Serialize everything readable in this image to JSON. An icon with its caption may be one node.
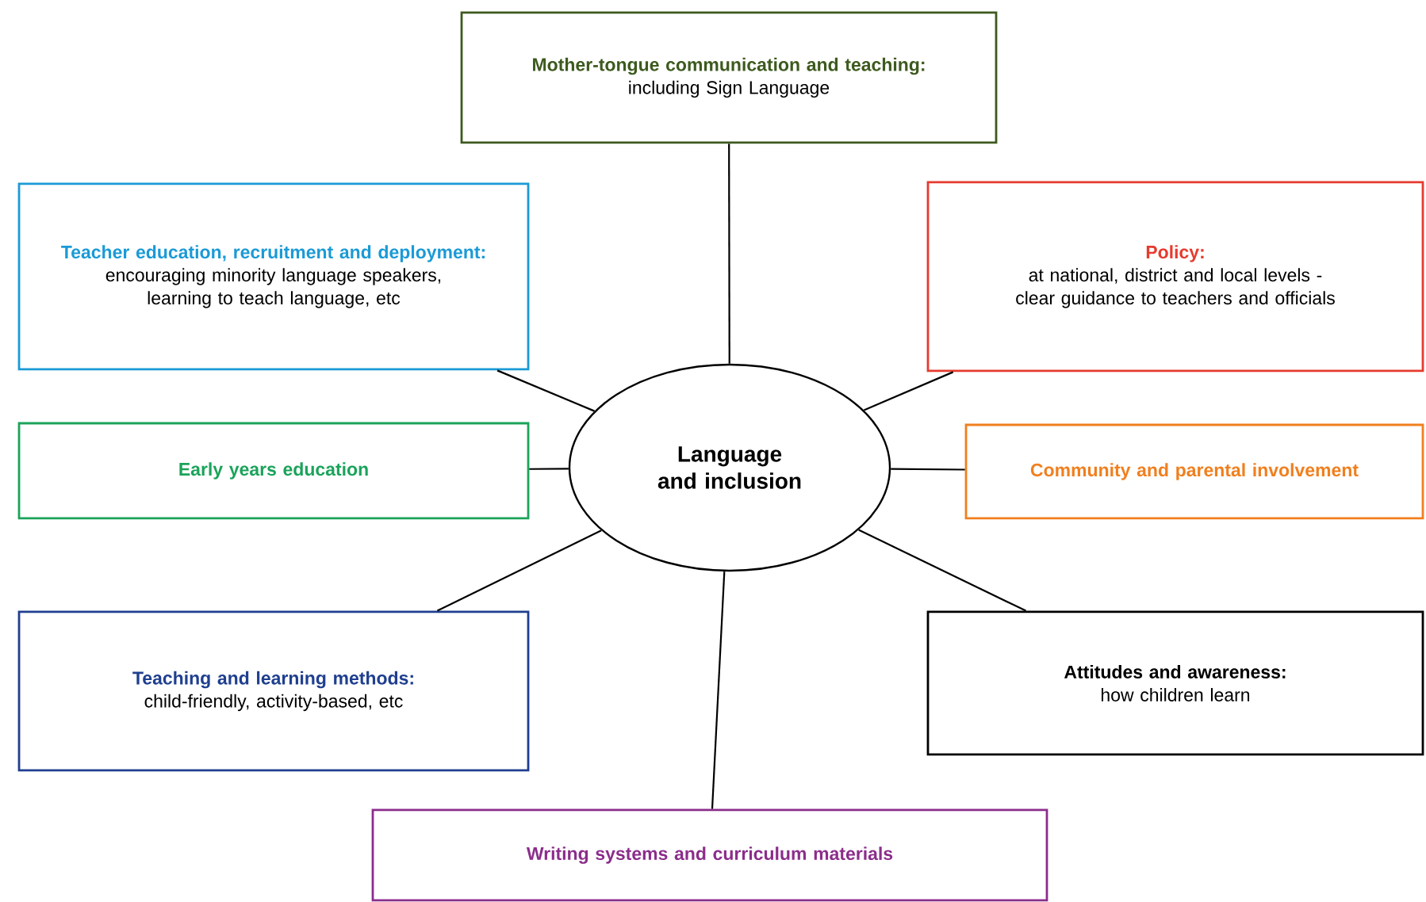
{
  "diagram": {
    "nodes": [
      {
        "text": [
          "Mother-tongue communication and teaching:",
          "including Sign Language"
        ]
      },
      {
        "text": [
          "Teacher education, recruitment and deployment:",
          "encouraging minority language speakers, learning to teach language, etc"
        ]
      },
      {
        "text": [
          "Policy:",
          "at national, district and local levels - clear guidance to teachers and officials"
        ]
      },
      {
        "text": [
          "Early years education"
        ]
      },
      {
        "text": [
          "Language and inclusion"
        ]
      },
      {
        "text": [
          "Community and parental involvement"
        ]
      },
      {
        "text": [
          "Teaching and learning methods:",
          "child-friendly, activity-based, etc"
        ]
      },
      {
        "text": [
          "Attitudes and awareness:",
          "how children learn"
        ]
      },
      {
        "text": [
          "Writing systems and curriculum materials"
        ]
      }
    ],
    "edges": [
      {
        "from": 4,
        "to": 0,
        "arrow": "none"
      },
      {
        "from": 4,
        "to": 1,
        "arrow": "none"
      },
      {
        "from": 4,
        "to": 2,
        "arrow": "none"
      },
      {
        "from": 4,
        "to": 3,
        "arrow": "none"
      },
      {
        "from": 4,
        "to": 5,
        "arrow": "none"
      },
      {
        "from": 4,
        "to": 6,
        "arrow": "none"
      },
      {
        "from": 4,
        "to": 7,
        "arrow": "none"
      },
      {
        "from": 4,
        "to": 8,
        "arrow": "none"
      }
    ]
  }
}
